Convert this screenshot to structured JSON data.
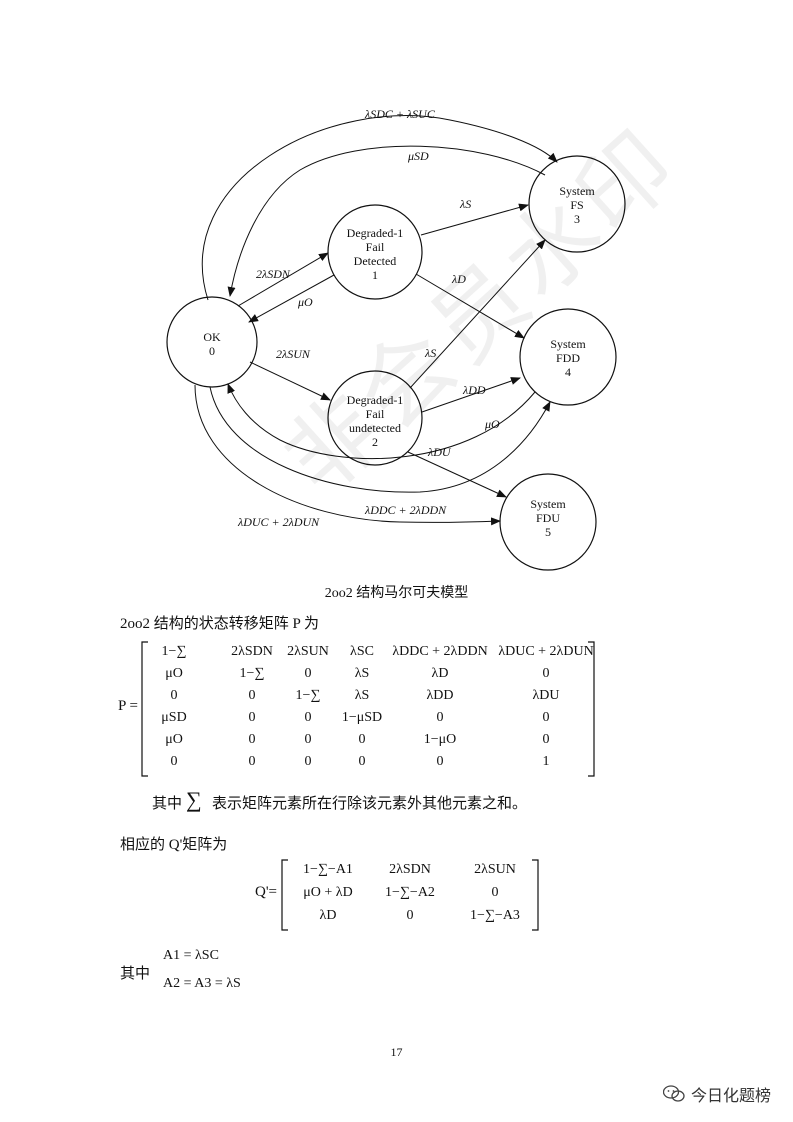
{
  "diagram": {
    "states": [
      {
        "id": "s0",
        "lines": [
          "OK",
          "0"
        ]
      },
      {
        "id": "s1",
        "lines": [
          "Degraded-1",
          "Fail",
          "Detected",
          "1"
        ]
      },
      {
        "id": "s2",
        "lines": [
          "Degraded-1",
          "Fail",
          "undetected",
          "2"
        ]
      },
      {
        "id": "s3",
        "lines": [
          "System",
          "FS",
          "3"
        ]
      },
      {
        "id": "s4",
        "lines": [
          "System",
          "FDD",
          "4"
        ]
      },
      {
        "id": "s5",
        "lines": [
          "System",
          "FDU",
          "5"
        ]
      }
    ],
    "labels": {
      "top_outer": "λSDC + λSUC",
      "top_inner": "μSD",
      "s0_s1": "2λSDN",
      "s1_s0": "μO",
      "s0_s2": "2λSUN",
      "s1_s3": "λS",
      "s1_s4": "λD",
      "s2_s3": "λS",
      "s2_s4": "λDD",
      "s4_s0": "μO",
      "s2_s5": "λDU",
      "bottom_inner": "λDDC + 2λDDN",
      "bottom_outer": "λDUC + 2λDUN"
    },
    "caption": "2oo2 结构马尔可夫模型"
  },
  "text": {
    "p_matrix_intro": "2oo2 结构的状态转移矩阵 P 为",
    "sum_note_prefix": "其中",
    "sum_note_suffix": "表示矩阵元素所在行除该元素外其他元素之和。",
    "q_intro": "相应的 Q'矩阵为",
    "where": "其中",
    "page_number": "17",
    "brand": "今日化题榜",
    "watermark": "非会员水印"
  },
  "matrix_p": {
    "label": "P =",
    "rows": [
      [
        "1−∑",
        "2λSDN",
        "2λSUN",
        "λSC",
        "λDDC + 2λDDN",
        "λDUC + 2λDUN"
      ],
      [
        "μO",
        "1−∑",
        "0",
        "λS",
        "λD",
        "0"
      ],
      [
        "0",
        "0",
        "1−∑",
        "λS",
        "λDD",
        "λDU"
      ],
      [
        "μSD",
        "0",
        "0",
        "1−μSD",
        "0",
        "0"
      ],
      [
        "μO",
        "0",
        "0",
        "0",
        "1−μO",
        "0"
      ],
      [
        "0",
        "0",
        "0",
        "0",
        "0",
        "1"
      ]
    ]
  },
  "matrix_q": {
    "label": "Q'=",
    "rows": [
      [
        "1−∑−A1",
        "2λSDN",
        "2λSUN"
      ],
      [
        "μO + λD",
        "1−∑−A2",
        "0"
      ],
      [
        "λD",
        "0",
        "1−∑−A3"
      ]
    ]
  },
  "equations": {
    "a1": "A1 = λSC",
    "a2": "A2 = A3 = λS"
  }
}
